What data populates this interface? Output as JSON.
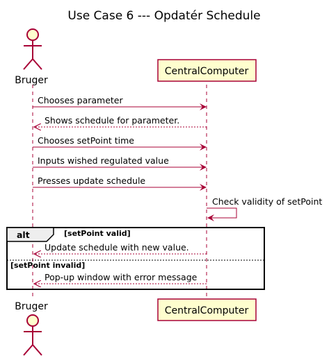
{
  "title": "Use Case 6 --- Opdatér Schedule",
  "actor": {
    "name": "Bruger"
  },
  "participant": {
    "name": "CentralComputer"
  },
  "messages": [
    {
      "text": "Chooses parameter",
      "direction": "to-computer",
      "style": "solid"
    },
    {
      "text": "Shows schedule for parameter.",
      "direction": "to-user",
      "style": "dashed"
    },
    {
      "text": "Chooses setPoint time",
      "direction": "to-computer",
      "style": "solid"
    },
    {
      "text": "Inputs wished regulated value",
      "direction": "to-computer",
      "style": "solid"
    },
    {
      "text": "Presses update schedule",
      "direction": "to-computer",
      "style": "solid"
    },
    {
      "text": "Check validity of setPoint",
      "direction": "self",
      "style": "solid"
    }
  ],
  "alt": {
    "label": "alt",
    "branches": [
      {
        "condition": "[setPoint valid]",
        "message": "Update schedule with new value."
      },
      {
        "condition": "[setPoint invalid]",
        "message": "Pop-up window with error message"
      }
    ]
  },
  "colors": {
    "line": "#A80036",
    "participant_fill": "#FEFECE",
    "text": "#000000"
  }
}
